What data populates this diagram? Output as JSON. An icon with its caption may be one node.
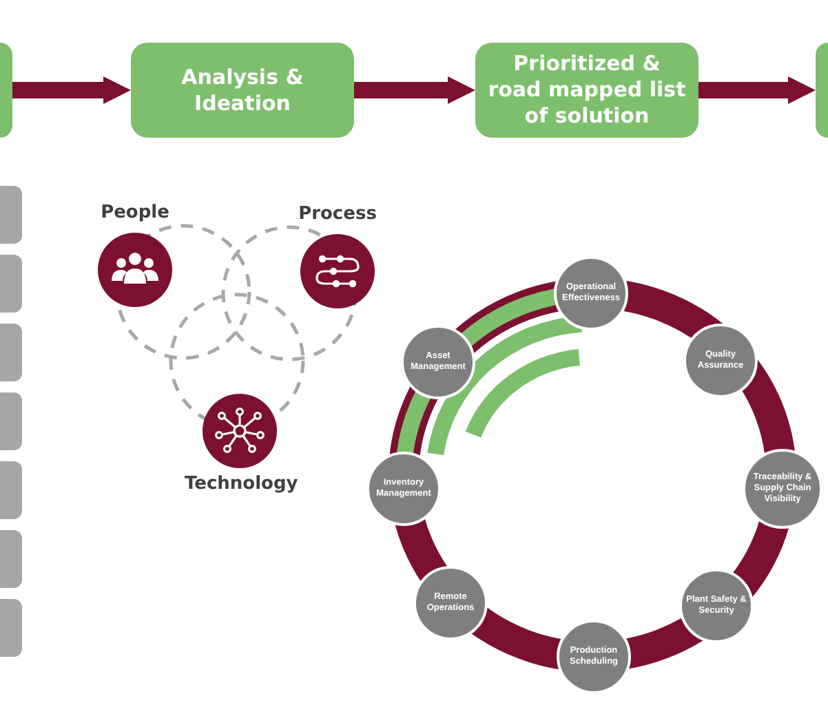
{
  "diagram": {
    "nodes": [
      {
        "text": [],
        "shape": "box"
      },
      {
        "text": [
          "Analysis & Ideation"
        ]
      },
      {
        "text": [
          "Prioritized & road mapped list of solution"
        ]
      },
      {
        "text": [],
        "shape": "box"
      },
      {
        "text": [],
        "shape": "box"
      },
      {
        "text": [],
        "shape": "box"
      },
      {
        "text": [],
        "shape": "box"
      },
      {
        "text": [],
        "shape": "box"
      },
      {
        "text": [],
        "shape": "box"
      },
      {
        "text": [],
        "shape": "box"
      },
      {
        "text": [],
        "shape": "box"
      },
      {
        "text": [
          "People"
        ]
      },
      {
        "text": [
          "Process"
        ]
      },
      {
        "text": [
          "Technology"
        ]
      },
      {
        "text": [
          "Operational Effectiveness"
        ]
      },
      {
        "text": [
          "Quality Assurance"
        ]
      },
      {
        "text": [
          "Traceability & Supply Chain Visibility"
        ]
      },
      {
        "text": [
          "Plant Safety & Security"
        ]
      },
      {
        "text": [
          "Production Scheduling"
        ]
      },
      {
        "text": [
          "Remote Operations"
        ]
      },
      {
        "text": [
          "Inventory Management"
        ]
      },
      {
        "text": [
          "Asset Management"
        ]
      }
    ],
    "edges": [
      {
        "from": 0,
        "to": 1,
        "arrow": "to"
      },
      {
        "from": 1,
        "to": 2,
        "arrow": "to"
      },
      {
        "from": 2,
        "to": 3,
        "arrow": "to"
      }
    ]
  }
}
